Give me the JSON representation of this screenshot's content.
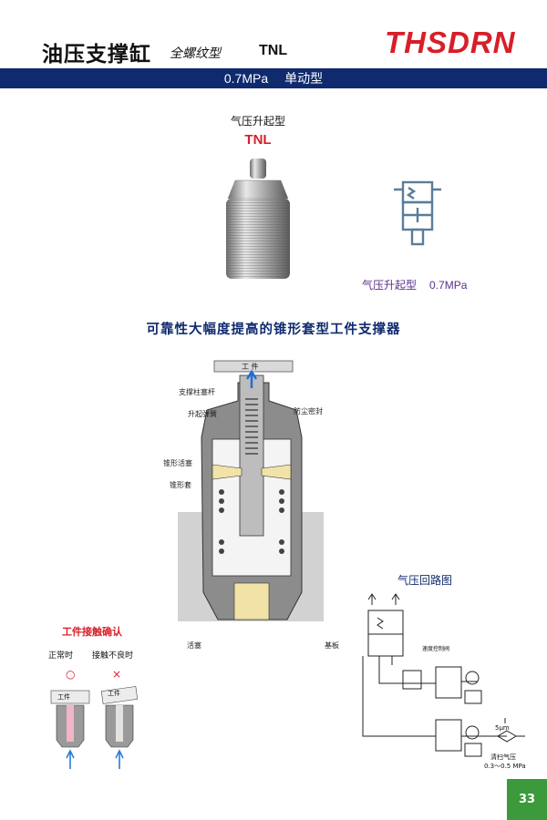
{
  "header": {
    "title": "油压支撑缸",
    "subtitle": "全螺纹型",
    "model": "TNL",
    "brand": "THSDRN"
  },
  "band": {
    "pressure": "0.7MPa",
    "type": "单动型"
  },
  "product": {
    "caption": "气压升起型",
    "model": "TNL",
    "symbol_caption": "气压升起型",
    "symbol_pressure": "0.7MPa"
  },
  "headline": "可靠性大幅度提高的锥形套型工件支撑器",
  "section": {
    "workpiece": "工 件",
    "labels": {
      "rod": "支撑柱塞杆",
      "spring": "升起弹簧",
      "seal": "防尘密封",
      "cone_piston": "锥形活塞",
      "cone_sleeve": "锥形套",
      "piston": "活塞",
      "base_plate": "基板"
    }
  },
  "contact_check": {
    "title": "工件接触确认",
    "normal_label": "正常时",
    "bad_label": "接触不良时",
    "normal_mark": "○",
    "bad_mark": "×",
    "workpiece_label": "工件"
  },
  "circuit": {
    "title": "气压回路图",
    "speed_valve": "速度控制阀",
    "filter": "5μm",
    "air_label": "清扫气压",
    "air_range": "0.3～0.5 MPa"
  },
  "page_number": "33",
  "colors": {
    "brand_red": "#d81e28",
    "navy": "#0f2a6e",
    "purple": "#5b2d8e",
    "page_green": "#3c9a3c",
    "symbol_blue": "#5a7d9a"
  }
}
